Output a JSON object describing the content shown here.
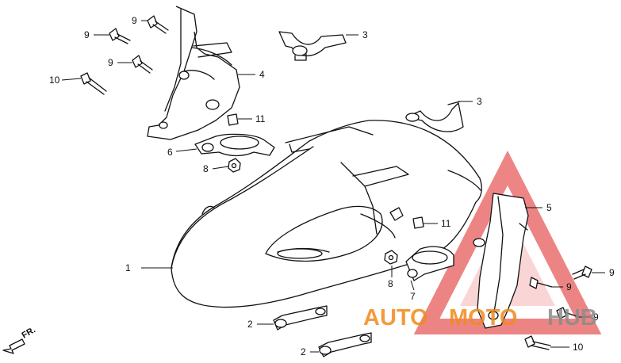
{
  "callouts": {
    "c1": "1",
    "c2a": "2",
    "c2b": "2",
    "c3a": "3",
    "c3b": "3",
    "c4": "4",
    "c5": "5",
    "c6": "6",
    "c7": "7",
    "c8a": "8",
    "c8b": "8",
    "c9a": "9",
    "c9b": "9",
    "c9c": "9",
    "c9d": "9",
    "c9e": "9",
    "c9f": "9",
    "c10a": "10",
    "c10b": "10",
    "c11a": "11",
    "c11b": "11"
  },
  "direction": "FR.",
  "watermark": {
    "text_a": "AUTO",
    "text_b": "MOTO",
    "text_c": "HUB",
    "color_orange": "#f08a1c",
    "color_gray": "#8c8c8c",
    "color_red": "#e02020"
  }
}
